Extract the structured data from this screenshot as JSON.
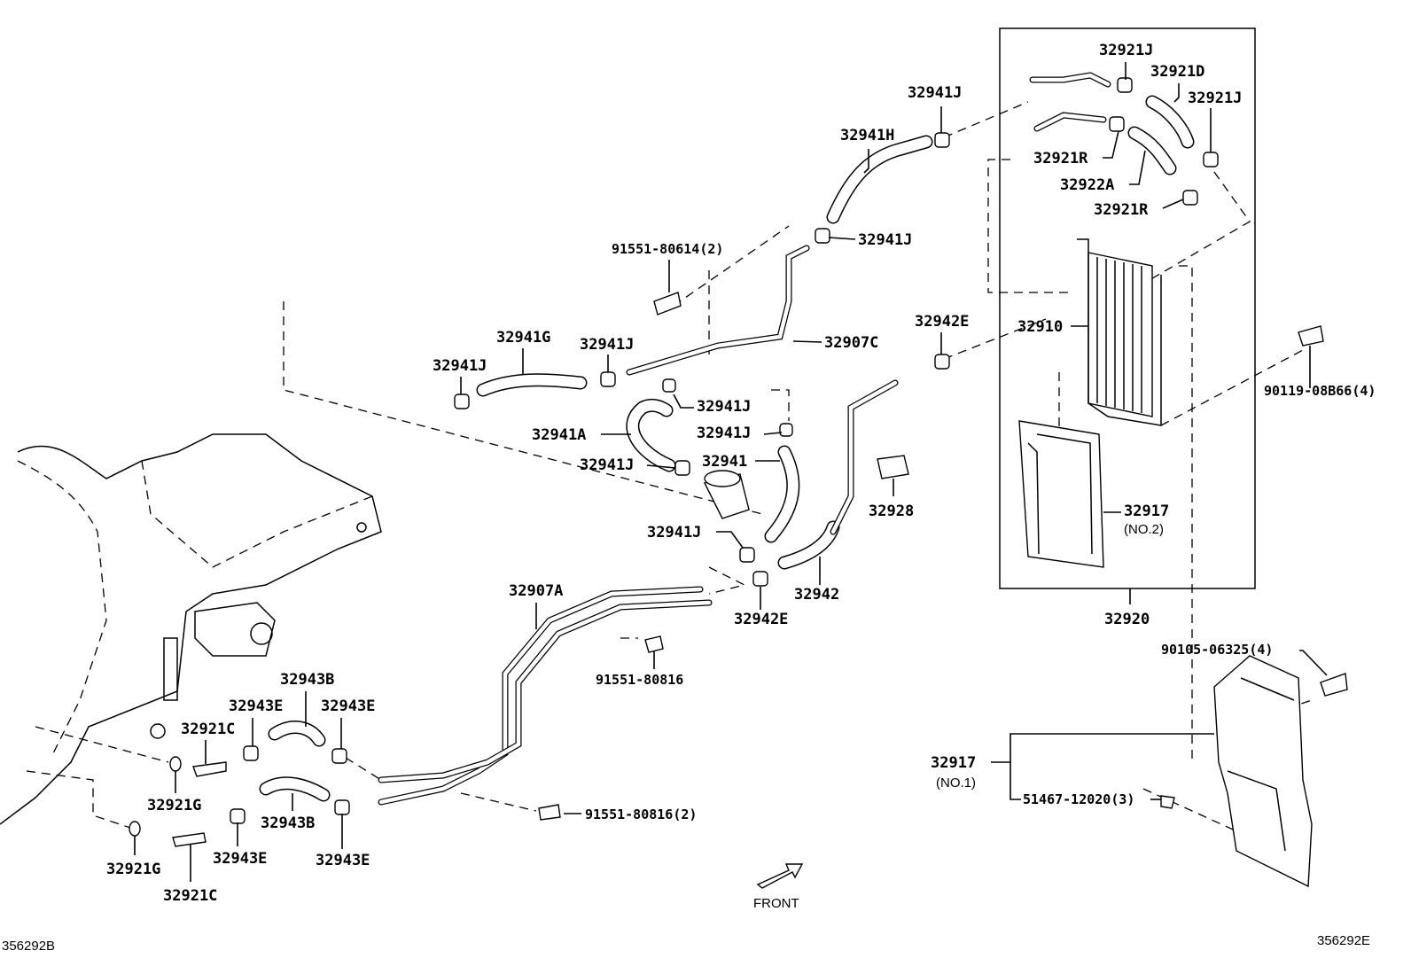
{
  "diagram": {
    "labels": [
      "32921J",
      "32921D",
      "32921J",
      "32941J",
      "32941H",
      "32921R",
      "32922A",
      "32921R",
      "91551-80614(2)",
      "32941J",
      "32907C",
      "32942E",
      "32910",
      "32941G",
      "32941J",
      "32941J",
      "90119-08B66(4)",
      "32941J",
      "32941A",
      "32941J",
      "32941J",
      "32941",
      "32928",
      "32917",
      "32941J",
      "32907A",
      "32942",
      "32942E",
      "32920",
      "90105-06325(4)",
      "91551-80816",
      "32943B",
      "32943E",
      "32943E",
      "32921C",
      "32917",
      "32921G",
      "51467-12020(3)",
      "91551-80816(2)",
      "32943B",
      "32921G",
      "32943E",
      "32943E",
      "32921C"
    ],
    "sub_labels": {
      "no2": "(NO.2)",
      "no1": "(NO.1)"
    },
    "front_label": "FRONT",
    "ref_left": "356292B",
    "ref_right": "356292E"
  }
}
